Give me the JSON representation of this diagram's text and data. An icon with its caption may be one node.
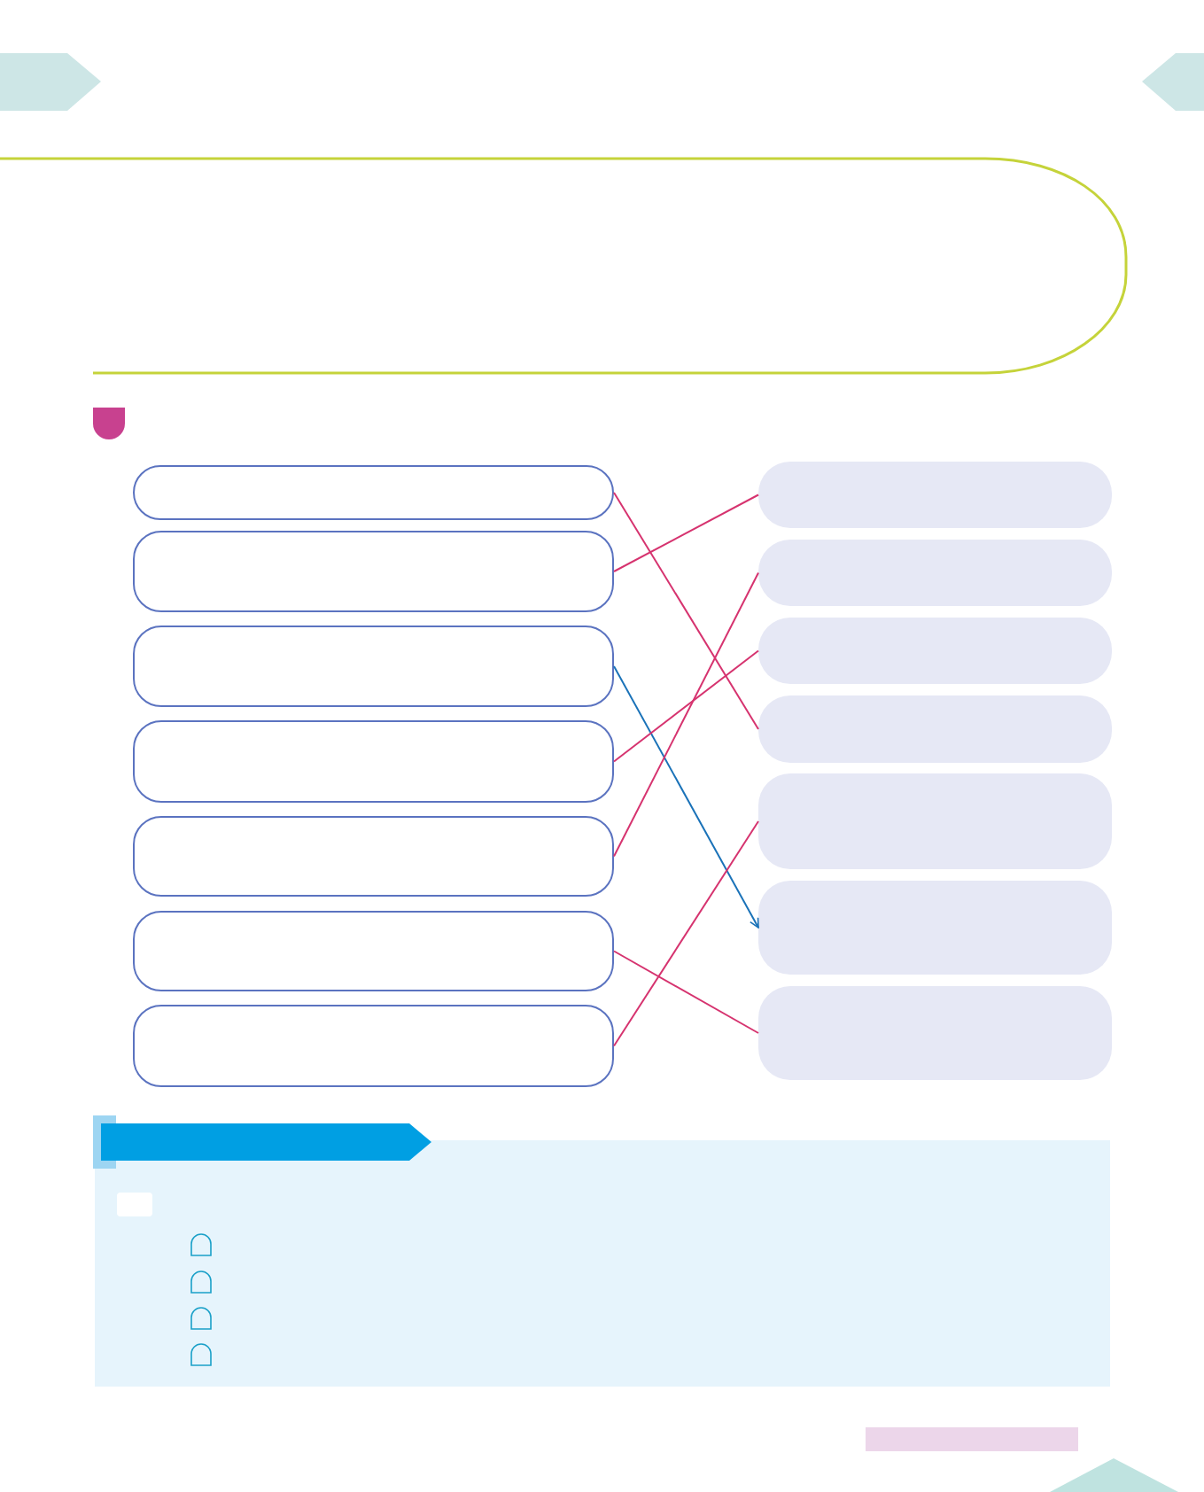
{
  "diagram": {
    "nodes": [
      {
        "text": [],
        "shape": "box"
      },
      {
        "text": [],
        "shape": "box"
      },
      {
        "text": [],
        "shape": "box"
      },
      {
        "text": [],
        "shape": "box"
      },
      {
        "text": [],
        "shape": "box"
      },
      {
        "text": [],
        "shape": "box"
      },
      {
        "text": [],
        "shape": "box"
      },
      {
        "text": [],
        "shape": "box"
      },
      {
        "text": [],
        "shape": "box"
      },
      {
        "text": [],
        "shape": "box"
      },
      {
        "text": [],
        "shape": "box"
      },
      {
        "text": [],
        "shape": "box"
      },
      {
        "text": [],
        "shape": "box"
      },
      {
        "text": [],
        "shape": "box"
      },
      {
        "text": [],
        "shape": "banner"
      }
    ],
    "edges": [
      {
        "from": 0,
        "to": 10,
        "arrow": "none"
      },
      {
        "from": 1,
        "to": 7,
        "arrow": "none"
      },
      {
        "from": 2,
        "to": 12,
        "arrow": "to",
        "color": "#1a72b8"
      },
      {
        "from": 3,
        "to": 9,
        "arrow": "none"
      },
      {
        "from": 4,
        "to": 8,
        "arrow": "none"
      },
      {
        "from": 5,
        "to": 13,
        "arrow": "none"
      },
      {
        "from": 6,
        "to": 11,
        "arrow": "none"
      }
    ]
  }
}
